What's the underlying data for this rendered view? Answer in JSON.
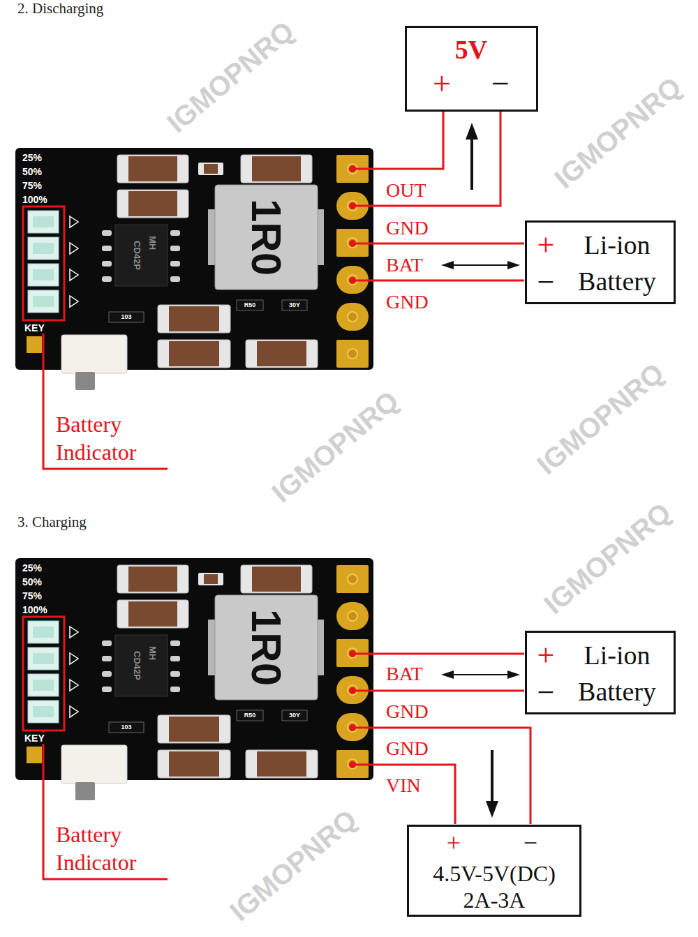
{
  "diagram": {
    "nodes": [
      {
        "text": [
          "5V",
          "+",
          "−"
        ]
      },
      {
        "text": [
          "Li-ion Battery",
          "+",
          "−"
        ]
      },
      {
        "text": [
          "Li-ion Battery",
          "+",
          "−"
        ]
      },
      {
        "text": [
          "+",
          "−",
          "4.5V-5V(DC) 2A-3A"
        ]
      }
    ],
    "labels": [
      "2. Discharging",
      "25%",
      "50%",
      "75%",
      "100%",
      "KEY",
      "MH",
      "CD42P",
      "1R0",
      "R50",
      "30Y",
      "103",
      "OUT",
      "GND",
      "BAT",
      "GND",
      "Battery Indicator",
      "3. Charging",
      "25%",
      "50%",
      "75%",
      "100%",
      "KEY",
      "MH",
      "CD42P",
      "1R0",
      "R50",
      "30Y",
      "103",
      "BAT",
      "GND",
      "GND",
      "VIN",
      "Battery Indicator",
      "IGMOPNRQ",
      "IGMOPNRQ",
      "IGMOPNRQ",
      "IGMOPNRQ",
      "IGMOPNRQ",
      "IGMOPNRQ"
    ]
  }
}
